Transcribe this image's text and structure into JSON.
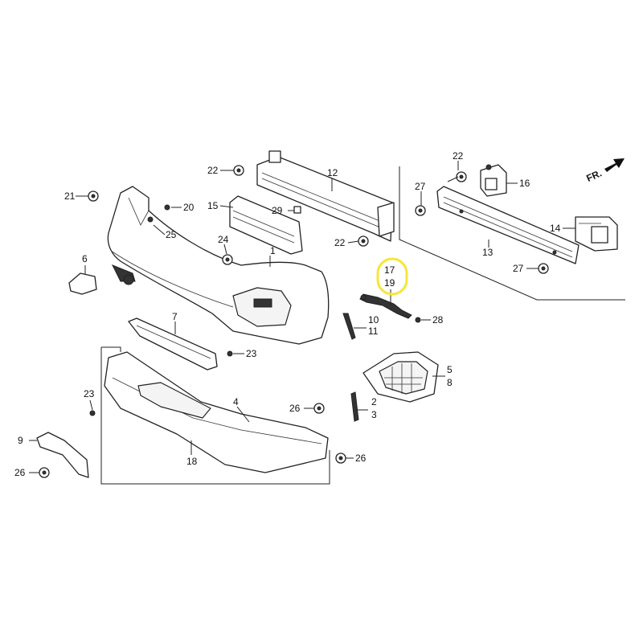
{
  "direction_label": "FR.",
  "highlight_color": "#f5e63a",
  "callouts": {
    "c1": "1",
    "c2": "2",
    "c3": "3",
    "c4": "4",
    "c5": "5",
    "c6": "6",
    "c7": "7",
    "c8": "8",
    "c9": "9",
    "c10": "10",
    "c11": "11",
    "c12": "12",
    "c13": "13",
    "c14": "14",
    "c15": "15",
    "c16": "16",
    "c17": "17",
    "c18": "18",
    "c19": "19",
    "c20": "20",
    "c21": "21",
    "c22a": "22",
    "c22b": "22",
    "c22c": "22",
    "c23a": "23",
    "c23b": "23",
    "c24": "24",
    "c25": "25",
    "c26a": "26",
    "c26b": "26",
    "c26c": "26",
    "c27a": "27",
    "c27b": "27",
    "c28": "28",
    "c29": "29"
  },
  "highlighted_callouts": [
    "17",
    "19"
  ]
}
